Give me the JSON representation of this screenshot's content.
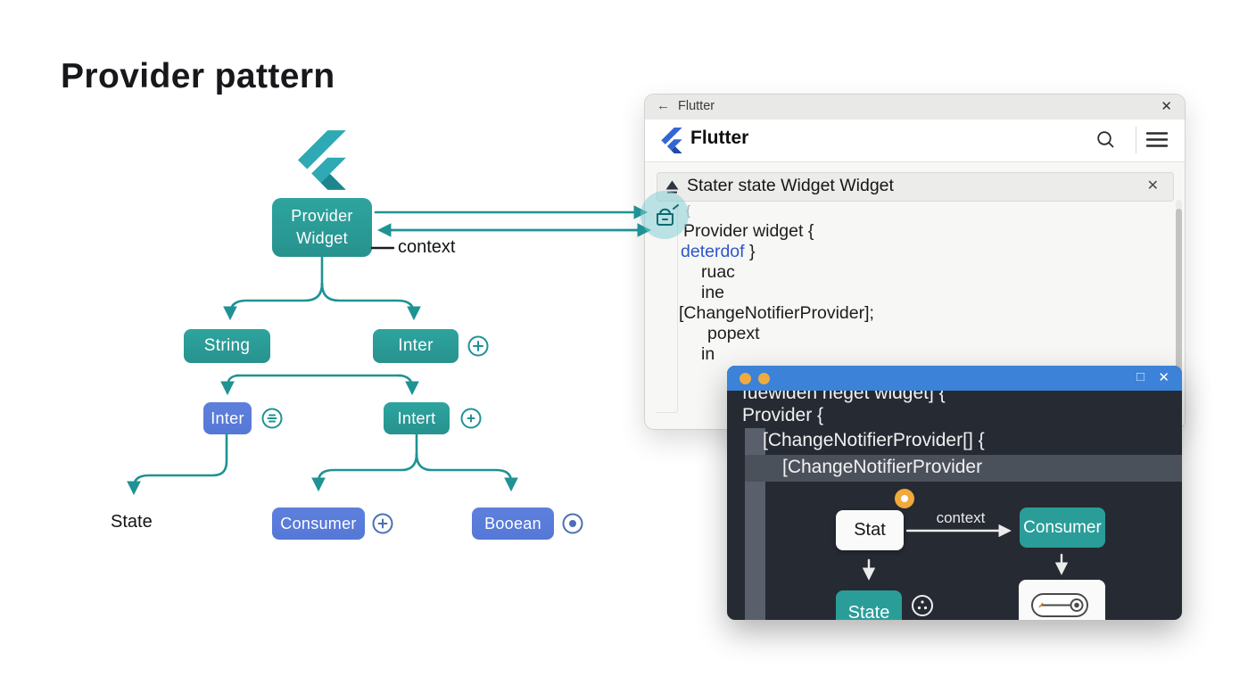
{
  "title": "Provider pattern",
  "colors": {
    "teal_box": "#2a9d99",
    "teal_line": "#1f9295",
    "blue_box": "#5b7cda",
    "icon_blue": "#4a6fb5",
    "flutter_logo_teal": "#2fa9b3",
    "flutter_logo_blue": "#3465d4",
    "keyword_blue": "#2d56c8",
    "titlebar_blue": "#3b82d8",
    "orange_dot": "#eeab40",
    "dark_bg": "#262a33",
    "highlight_row": "#4b515b"
  },
  "flowchart": {
    "provider_widget": {
      "line1": "Provider",
      "line2": "Widget"
    },
    "context_label": "context",
    "nodes": {
      "string": "String",
      "inter": "Inter",
      "inter2": "Inter",
      "intert": "Intert",
      "consumer": "Consumer",
      "booean": "Booean"
    },
    "state_label": "State"
  },
  "flutter_window": {
    "titlebar": {
      "back_icon": "←",
      "title": "Flutter",
      "close_icon": "✕"
    },
    "header": {
      "brand": "Flutter"
    },
    "alert": {
      "text": "Stater state Widget Widget",
      "close_icon": "✕"
    },
    "code": {
      "line0": "{",
      "line1": "Provider widget {",
      "line2_keyword": "deterdof",
      "line2_rest": " }",
      "line3": "ruac",
      "line4": "ine",
      "line5": "[ChangeNotifierProvider];",
      "line6": "popext",
      "line7": "in"
    }
  },
  "code_window": {
    "controls": {
      "maximize": "□",
      "close": "✕"
    },
    "code": {
      "line1": "fuewiden neget widget] {",
      "line2": "Provider {",
      "line3": "[ChangeNotifierProvider[] {",
      "line4": "[ChangeNotifierProvider"
    },
    "diagram": {
      "stat": "Stat",
      "context_label": "context",
      "consumer": "Consumer",
      "state": "State"
    }
  }
}
